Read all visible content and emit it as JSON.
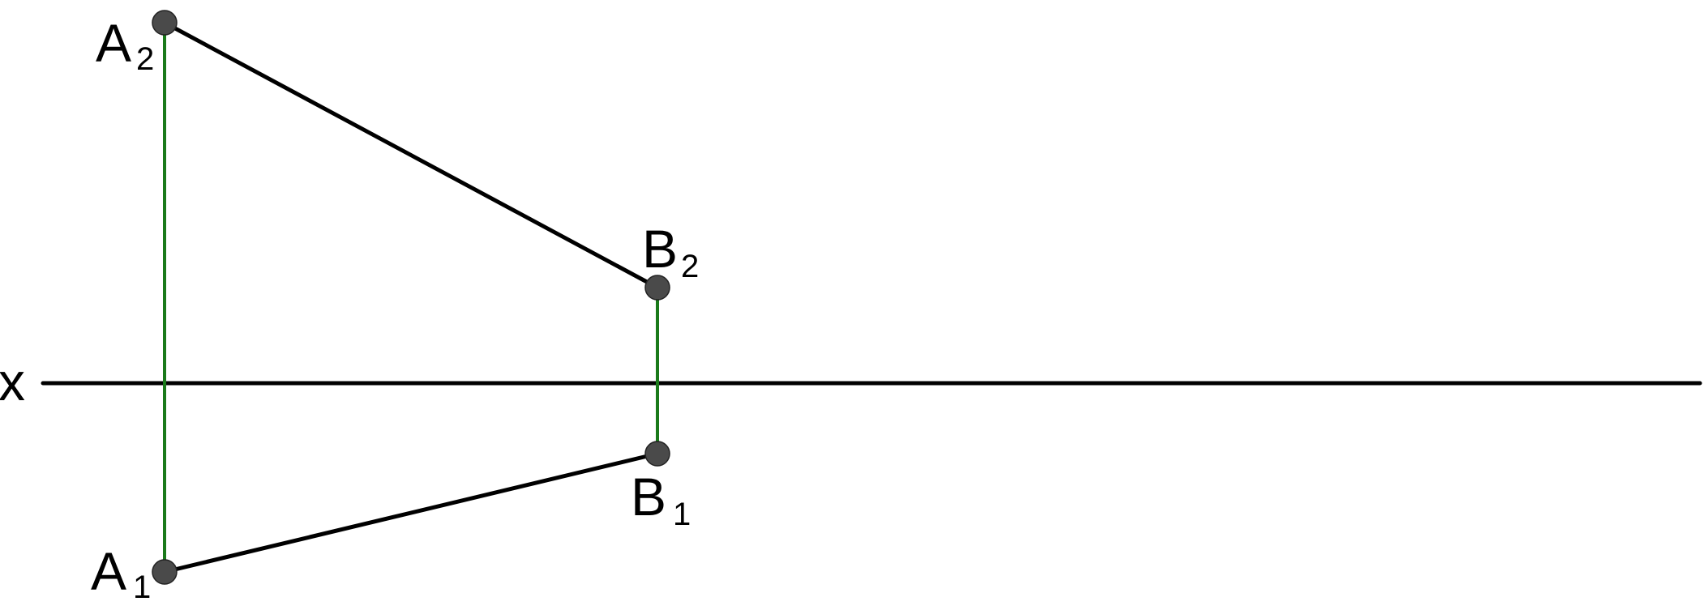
{
  "axis": {
    "label": "x"
  },
  "points": {
    "A2": {
      "letter": "A",
      "sub": "2"
    },
    "B2": {
      "letter": "B",
      "sub": "2"
    },
    "A1": {
      "letter": "A",
      "sub": "1"
    },
    "B1": {
      "letter": "B",
      "sub": "1"
    }
  },
  "colors": {
    "segment": "#000000",
    "projector": "#1a7a1a",
    "point_fill": "#4a4a4a"
  }
}
